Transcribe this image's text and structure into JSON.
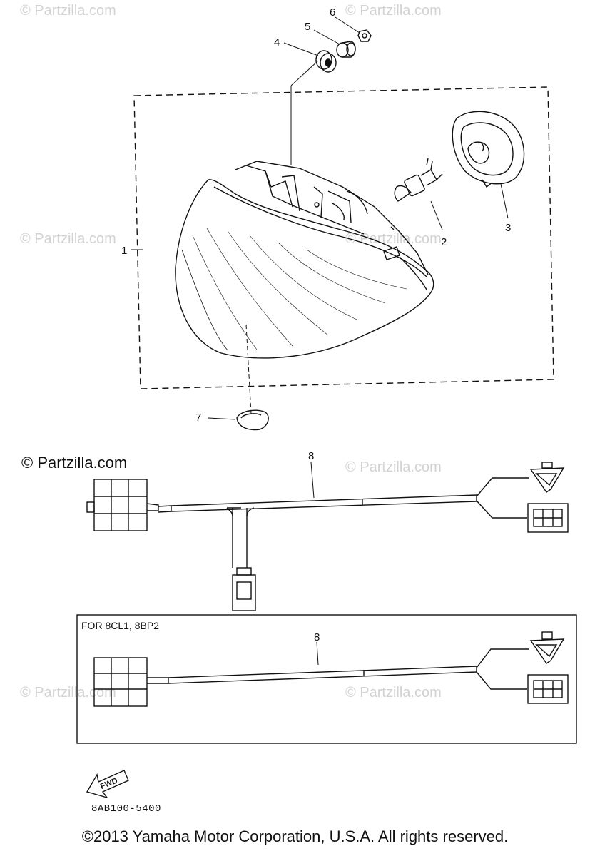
{
  "watermark": "© Partzilla.com",
  "credit": "© Partzilla.com",
  "callouts": [
    "1",
    "2",
    "3",
    "4",
    "5",
    "6",
    "7",
    "8",
    "8"
  ],
  "variant_note": "FOR 8CL1, 8BP2",
  "fwd_label": "FWD",
  "drawing_code": "8AB100-5400",
  "copyright": "©2013 Yamaha Motor Corporation, U.S.A. All rights reserved."
}
